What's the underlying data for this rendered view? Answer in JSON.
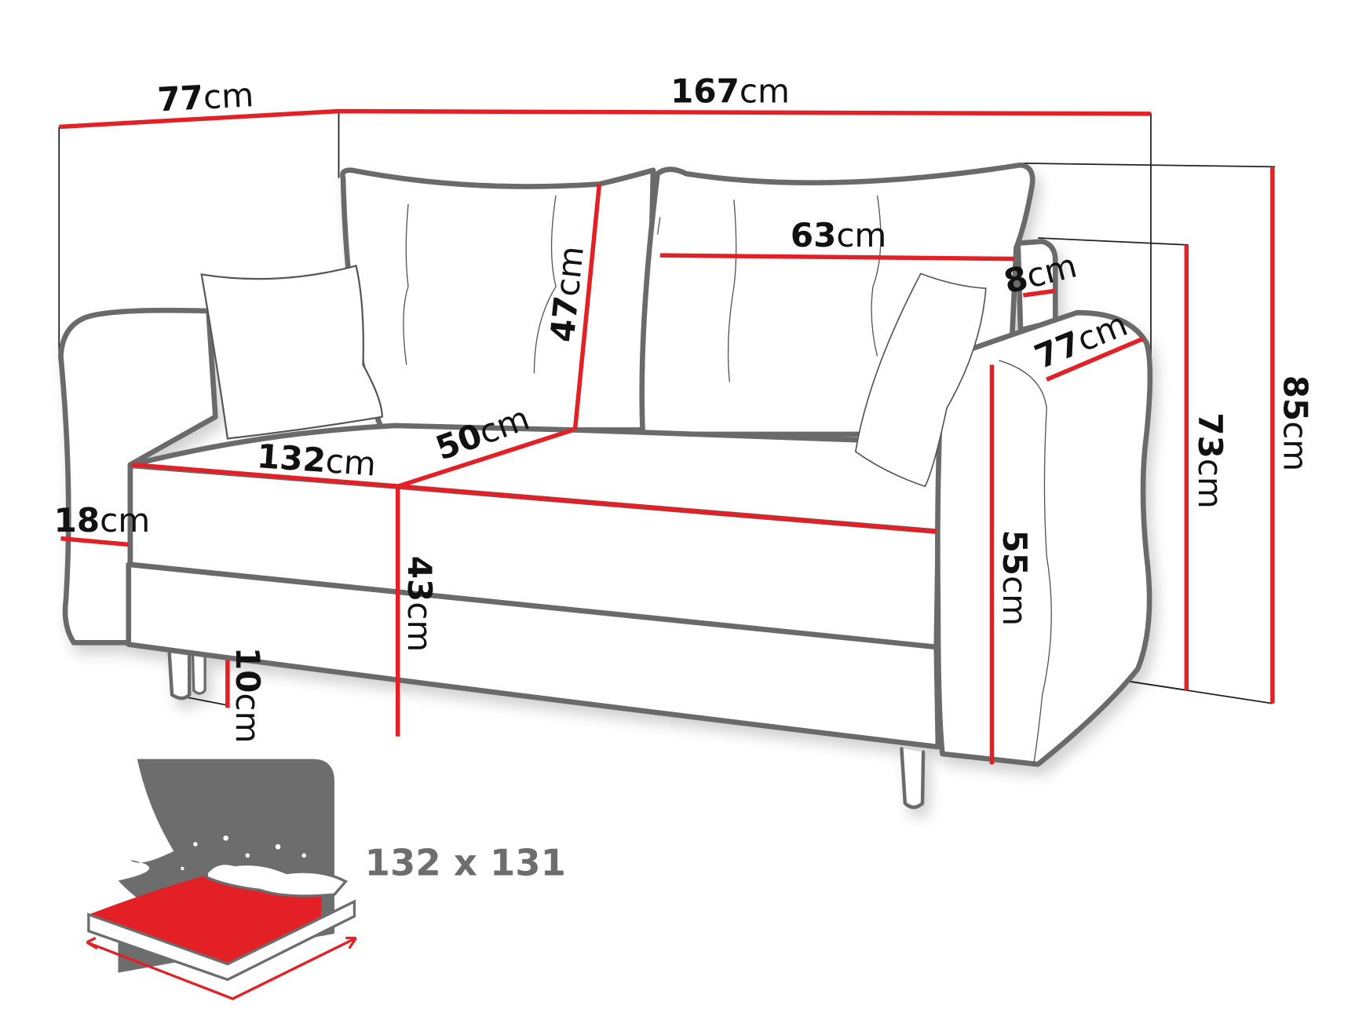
{
  "diagram": {
    "subject": "Two-seat sofa bed dimension drawing",
    "dimensions": {
      "depth": {
        "value": "77",
        "unit": "cm"
      },
      "width": {
        "value": "167",
        "unit": "cm"
      },
      "back_cushion_height": {
        "value": "47",
        "unit": "cm"
      },
      "back_cushion_width": {
        "value": "63",
        "unit": "cm"
      },
      "backrest_thickness": {
        "value": "8",
        "unit": "cm"
      },
      "armrest_depth": {
        "value": "77",
        "unit": "cm"
      },
      "seat_width": {
        "value": "132",
        "unit": "cm"
      },
      "seat_depth": {
        "value": "50",
        "unit": "cm"
      },
      "armrest_width": {
        "value": "18",
        "unit": "cm"
      },
      "seat_height": {
        "value": "43",
        "unit": "cm"
      },
      "leg_height": {
        "value": "10",
        "unit": "cm"
      },
      "armrest_height": {
        "value": "55",
        "unit": "cm"
      },
      "backrest_height": {
        "value": "73",
        "unit": "cm"
      },
      "total_height": {
        "value": "85",
        "unit": "cm"
      }
    },
    "sleeping_area": {
      "label": "132 x 131",
      "icon": "bed-night-icon"
    },
    "colors": {
      "dimension_line": "#e32026",
      "outline": "#6b6b6b",
      "icon_gray": "#6d6d6d"
    }
  }
}
